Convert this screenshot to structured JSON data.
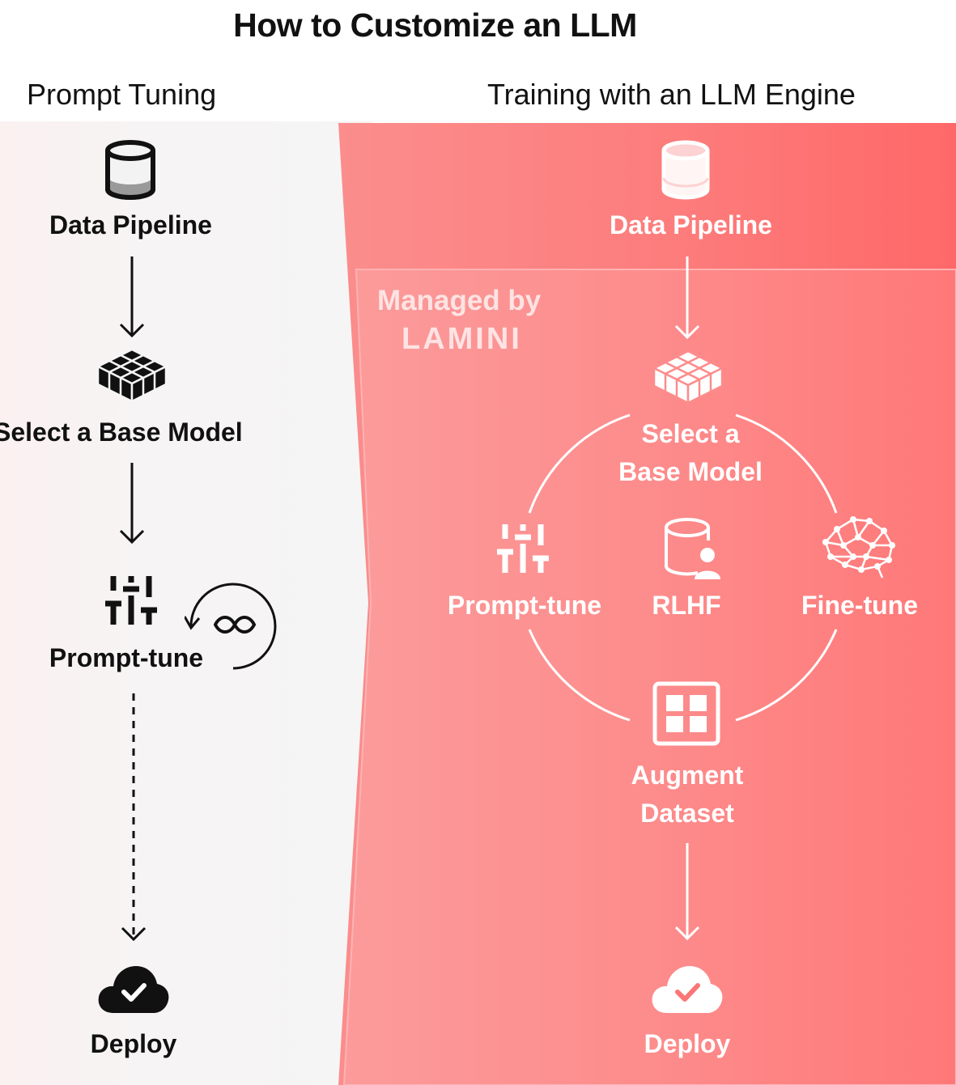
{
  "title": "How to Customize an LLM",
  "left": {
    "heading": "Prompt Tuning",
    "steps": {
      "data_pipeline": "Data Pipeline",
      "select_model": "Select a Base Model",
      "prompt_tune": "Prompt-tune",
      "deploy": "Deploy"
    },
    "icons": [
      "database-icon",
      "cube-grid-icon",
      "sliders-icon",
      "infinity-loop-icon",
      "cloud-check-icon"
    ]
  },
  "right": {
    "heading": "Training with an LLM Engine",
    "managed_by": "Managed by",
    "brand": "LAMINI",
    "steps": {
      "data_pipeline": "Data Pipeline",
      "select_line1": "Select a",
      "select_line2": "Base Model",
      "prompt_tune": "Prompt-tune",
      "rlhf": "RLHF",
      "fine_tune": "Fine-tune",
      "augment_line1": "Augment",
      "augment_line2": "Dataset",
      "deploy": "Deploy"
    },
    "icons": [
      "database-icon",
      "cube-grid-icon",
      "sliders-icon",
      "database-user-icon",
      "neural-brain-icon",
      "grid-box-icon",
      "cloud-check-icon"
    ]
  },
  "colors": {
    "panel_gradient_start": "#fb8c8c",
    "panel_gradient_end": "#ff6a6a",
    "left_bg": "#f5f5f5",
    "text_dark": "#111111",
    "text_light": "#ffffff"
  }
}
